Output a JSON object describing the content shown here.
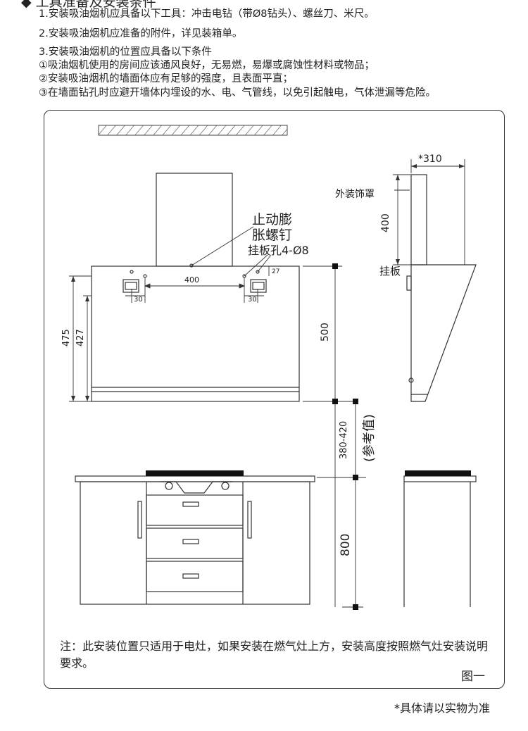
{
  "header": {
    "section_title_cut": "◆ 工具准备及安装条件",
    "lines": [
      "1.安装吸油烟机应具备以下工具：冲击电钻（带Ø8钻头）、螺丝刀、米尺。",
      "2.安装吸油烟机应准备的附件，详见装箱单。",
      "3.安装吸油烟机的位置应具备以下条件",
      "①吸油烟机使用的房间应该通风良好，无易燃，易爆或腐蚀性材料或物品；",
      "②安装吸油烟机的墙面体应有足够的强度，且表面平直；",
      "③在墙面钻孔时应避开墙体内埋设的水、电、气管线，以免引起触电，气体泄漏等危险。"
    ]
  },
  "diagram": {
    "label_anchor_line1": "止动膨",
    "label_anchor_line2": "胀螺钉",
    "label_holes": "挂板孔4-Ø8",
    "dim_400_front": "400",
    "dim_30_left": "30",
    "dim_30_right": "30",
    "dim_27": "27",
    "dim_475": "475",
    "dim_427": "427",
    "dim_500": "500",
    "dim_range": "380-420",
    "dim_range_note": "(参考值)",
    "dim_800": "800",
    "dim_310": "*310",
    "label_cover": "外装饰罩",
    "dim_400_side": "400",
    "label_plate": "挂板"
  },
  "note": "注：此安装位置只适用于电灶，如果安装在燃气灶上方，安装高度按照燃气灶安装说明要求。",
  "figure_label": "图一",
  "footnote": "*具体请以实物为准"
}
